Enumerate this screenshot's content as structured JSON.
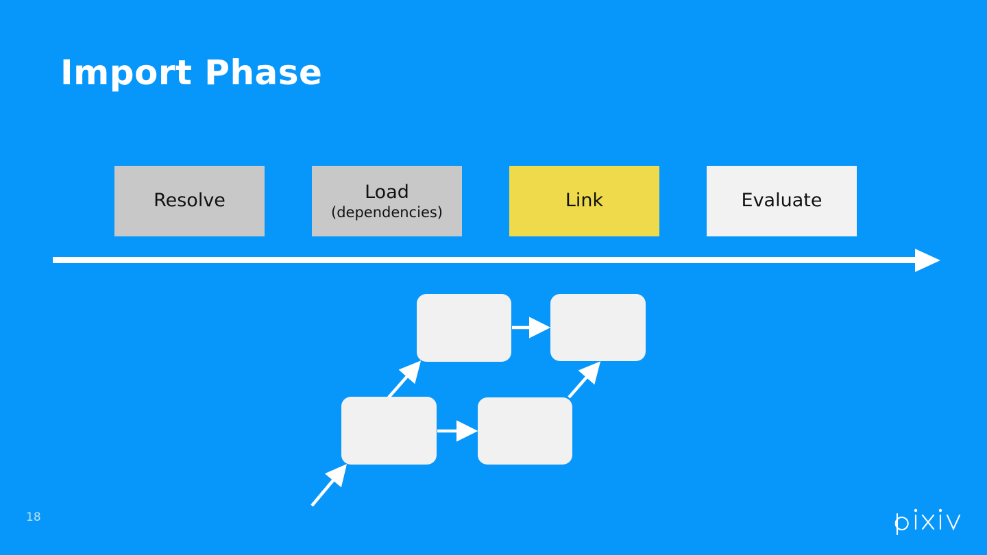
{
  "slide": {
    "title": "Import Phase",
    "page_number": "18",
    "background_color": "#0796FA",
    "brand_logo": "pixiv"
  },
  "phases": [
    {
      "id": "resolve",
      "label": "Resolve",
      "sublabel": "",
      "fill_color": "#C8C8C8",
      "highlighted": false
    },
    {
      "id": "load",
      "label": "Load",
      "sublabel": "(dependencies)",
      "fill_color": "#C8C8C8",
      "highlighted": false
    },
    {
      "id": "link",
      "label": "Link",
      "sublabel": "",
      "fill_color": "#EFDA4B",
      "highlighted": true
    },
    {
      "id": "evaluate",
      "label": "Evaluate",
      "sublabel": "",
      "fill_color": "#F2F2F2",
      "highlighted": false
    }
  ],
  "timeline": {
    "icon": "right-arrow-icon",
    "color": "#FFFFFF",
    "direction": "left-to-right"
  },
  "graph": {
    "node_fill_color": "#F1F1F1",
    "arrow_color": "#FFFFFF",
    "nodes": [
      {
        "id": "top-left",
        "label": ""
      },
      {
        "id": "top-right",
        "label": ""
      },
      {
        "id": "bottom-left",
        "label": ""
      },
      {
        "id": "bottom-mid",
        "label": ""
      }
    ],
    "edges": [
      {
        "from": "entry",
        "to": "bottom-left"
      },
      {
        "from": "bottom-left",
        "to": "top-left"
      },
      {
        "from": "bottom-left",
        "to": "bottom-mid"
      },
      {
        "from": "top-left",
        "to": "top-right"
      },
      {
        "from": "bottom-mid",
        "to": "top-right"
      }
    ]
  }
}
